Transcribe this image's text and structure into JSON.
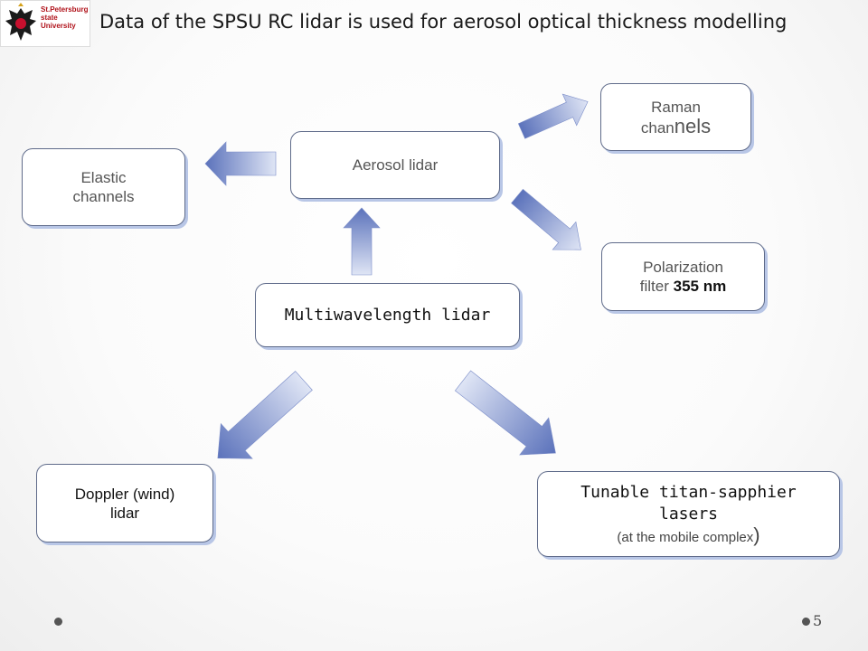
{
  "logo": {
    "line1": "St.Petersburg",
    "line2": "state",
    "line3": "University"
  },
  "title": "Data of the SPSU RC lidar is used for aerosol optical thickness modelling",
  "nodes": {
    "aerosol": "Aerosol lidar",
    "elastic": {
      "line1": "Elastic",
      "line2": "channels"
    },
    "raman": {
      "line1": "Raman",
      "line2_small": "chan",
      "line2_big": "nels"
    },
    "polarization": {
      "line1": "Polarization",
      "line2_text": "filter ",
      "line2_bold": "355 nm"
    },
    "multi": "Multiwavelength lidar",
    "doppler": {
      "line1": "Doppler (wind)",
      "line2": "lidar"
    },
    "tunable": {
      "line1": "Tunable titan-sapphier",
      "line2": "lasers",
      "line3": "(at the mobile complex",
      "line3_paren": ")"
    }
  },
  "page_number": "5",
  "colors": {
    "arrow_dark": "#5b72bb",
    "arrow_light": "#dfe5f5",
    "box_border": "#5f6b8a"
  }
}
